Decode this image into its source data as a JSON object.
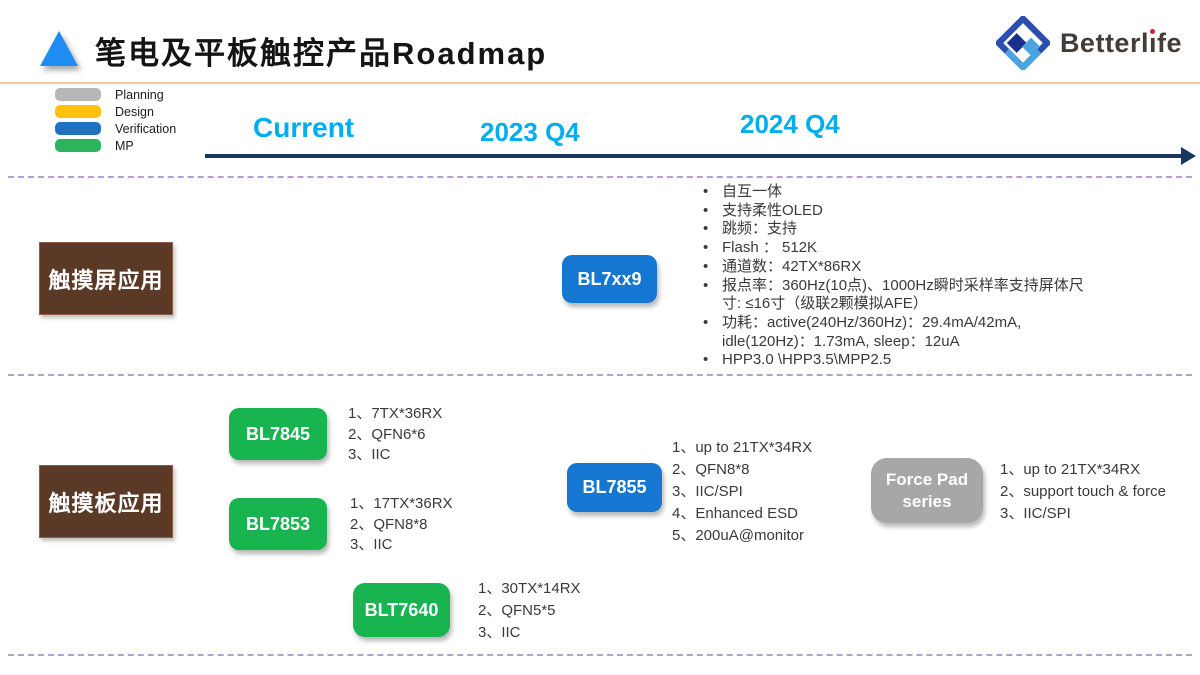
{
  "header": {
    "title": "笔电及平板触控产品Roadmap",
    "logo": {
      "text_part1": "Betterl",
      "i_char": "ı",
      "text_part2": "fe",
      "full_text": "Betterlife"
    }
  },
  "legend": [
    {
      "label": "Planning",
      "color": "#b7b7b7"
    },
    {
      "label": "Design",
      "color": "#fec10d"
    },
    {
      "label": "Verification",
      "color": "#1f72bf"
    },
    {
      "label": "MP",
      "color": "#2db55d"
    }
  ],
  "timeline": {
    "current": "Current",
    "q4_2023": "2023 Q4",
    "q4_2024": "2024 Q4"
  },
  "rows": {
    "touchscreen": {
      "label": "触摸屏应用",
      "chip": "BL7xx9",
      "bullets": [
        "自互一体",
        "支持柔性OLED",
        "跳频：支持",
        "Flash ： 512K",
        "通道数：42TX*86RX",
        "报点率：360Hz(10点)、1000Hz瞬时采样率支持屏体尺寸: ≤16寸（级联2颗模拟AFE）",
        "功耗：active(240Hz/360Hz)：29.4mA/42mA, idle(120Hz)：1.73mA, sleep：12uA",
        "HPP3.0 \\HPP3.5\\MPP2.5"
      ]
    },
    "touchpad": {
      "label": "触摸板应用",
      "bl7845": {
        "name": "BL7845",
        "features": [
          "1、7TX*36RX",
          "2、QFN6*6",
          "3、IIC"
        ]
      },
      "bl7853": {
        "name": "BL7853",
        "features": [
          "1、17TX*36RX",
          "2、QFN8*8",
          "3、IIC"
        ]
      },
      "bl7855": {
        "name": "BL7855",
        "features": [
          "1、up to 21TX*34RX",
          "2、QFN8*8",
          "3、IIC/SPI",
          "4、Enhanced ESD",
          "5、200uA@monitor"
        ]
      },
      "forcepad": {
        "name": "Force Pad series",
        "features": [
          "1、up to 21TX*34RX",
          "2、support touch & force",
          "3、IIC/SPI"
        ]
      },
      "blt7640": {
        "name": "BLT7640",
        "features": [
          "1、30TX*14RX",
          "2、QFN5*5",
          "3、IIC"
        ]
      }
    }
  },
  "colors": {
    "accent_cyan": "#00aeef",
    "arrow_navy": "#17375e",
    "dashed_purple": "#b2a1d3",
    "row_label_brown": "#5a3a27",
    "chip_blue_verification": "#1577d2",
    "chip_green_mp": "#17b450",
    "chip_gray_planning": "#a7a7a7",
    "title_triangle_blue": "#1e8ef2",
    "header_line_tan": "#eccba4",
    "logo_dot_red": "#d01f2e"
  }
}
